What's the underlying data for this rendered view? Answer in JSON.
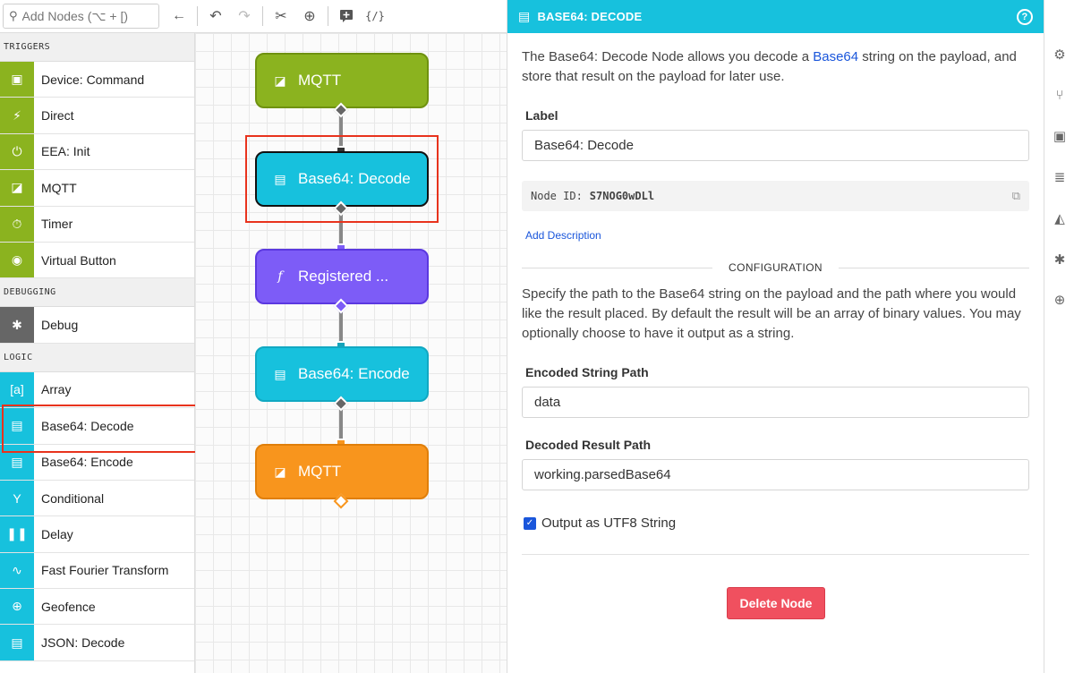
{
  "toolbar": {
    "search_placeholder": "Add Nodes (⌥ + [)",
    "icons": [
      "search-icon",
      "collapse-left-icon",
      "undo-icon",
      "redo-icon",
      "cut-icon",
      "zoom-in-icon",
      "add-comment-icon",
      "code-braces-icon"
    ]
  },
  "palette": {
    "sections": [
      {
        "title": "TRIGGERS",
        "items": [
          "Device: Command",
          "Direct",
          "EEA: Init",
          "MQTT",
          "Timer",
          "Virtual Button"
        ]
      },
      {
        "title": "DEBUGGING",
        "items": [
          "Debug"
        ]
      },
      {
        "title": "LOGIC",
        "items": [
          "Array",
          "Base64: Decode",
          "Base64: Encode",
          "Conditional",
          "Delay",
          "Fast Fourier Transform",
          "Geofence",
          "JSON: Decode"
        ]
      }
    ]
  },
  "canvas": {
    "nodes": [
      {
        "label": "MQTT",
        "color": "#8bb31f",
        "icon": "mqtt-icon"
      },
      {
        "label": "Base64: Decode",
        "color": "#17c1dd",
        "icon": "base64-icon"
      },
      {
        "label": "Registered ...",
        "color": "#7d5cf7",
        "icon": "function-icon"
      },
      {
        "label": "Base64: Encode",
        "color": "#17c1dd",
        "icon": "base64-icon"
      },
      {
        "label": "MQTT",
        "color": "#f8951d",
        "icon": "mqtt-icon"
      }
    ]
  },
  "panel": {
    "title": "BASE64: DECODE",
    "intro_before": "The Base64: Decode Node allows you decode a ",
    "intro_link": "Base64",
    "intro_after": " string on the payload, and store that result on the payload for later use.",
    "label_title": "Label",
    "label_value": "Base64: Decode",
    "node_id_label": "Node ID:",
    "node_id": "S7NOG0wDLl",
    "add_description": "Add Description",
    "configuration_title": "CONFIGURATION",
    "config_text": "Specify the path to the Base64 string on the payload and the path where you would like the result placed. By default the result will be an array of binary values. You may optionally choose to have it output as a string.",
    "encoded_label": "Encoded String Path",
    "encoded_value": "data",
    "decoded_label": "Decoded Result Path",
    "decoded_value": "working.parsedBase64",
    "utf8_label": "Output as UTF8 String",
    "utf8_checked": true,
    "delete_label": "Delete Node"
  },
  "rail": {
    "icons": [
      "gear-icon",
      "branch-icon",
      "chip-icon",
      "database-icon",
      "chart-area-icon",
      "bug-icon",
      "globe-icon"
    ]
  },
  "colors": {
    "accent": "#17c1dd",
    "trigger": "#8bb31f",
    "link": "#1a56db",
    "danger": "#f0505f",
    "highlight": "#e8331d"
  }
}
